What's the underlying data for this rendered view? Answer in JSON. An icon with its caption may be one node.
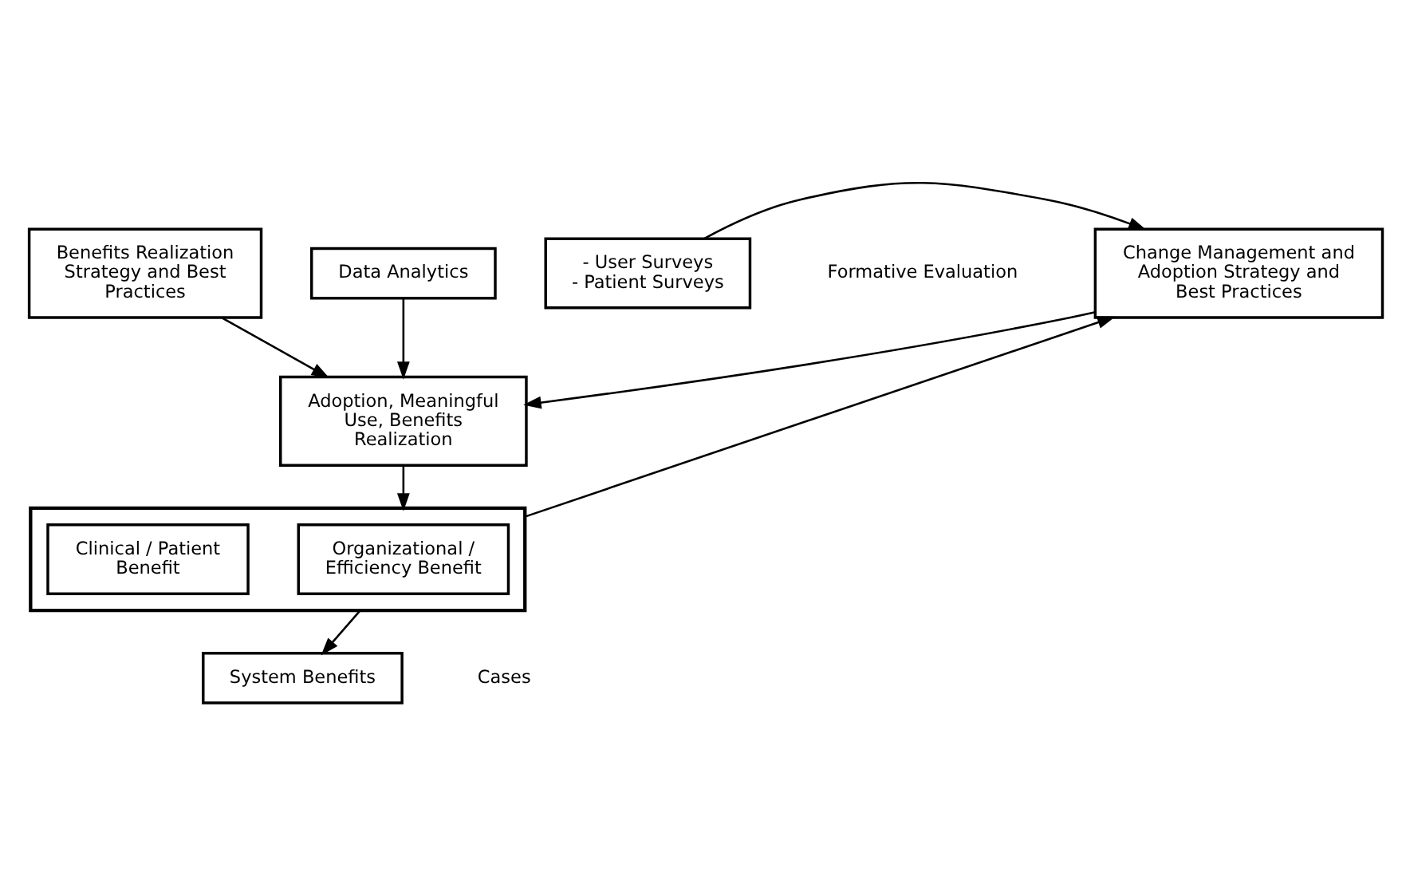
{
  "diagram": {
    "nodes": [
      {
        "text": [
          "Change Management and Adoption Strategy and Best Practices"
        ]
      },
      {
        "text": [
          "Benefits Realization Strategy and Best Practices"
        ]
      },
      {
        "text": [
          "Adoption, Meaningful Use, Benefits Realization"
        ]
      },
      {
        "text": [
          "- User Surveys",
          "- Patient Surveys"
        ]
      },
      {
        "text": [
          "System Benefits"
        ]
      },
      {
        "text": [
          "Data Analytics"
        ]
      },
      {
        "text": [],
        "shape": "box"
      },
      {
        "text": [
          "Organizational / Efficiency Benefit"
        ],
        "in": 6
      },
      {
        "text": [
          "Clinical / Patient Benefit"
        ],
        "in": 6
      }
    ],
    "edges": [
      {
        "from": 0,
        "to": 2,
        "arrow": "to"
      },
      {
        "from": 1,
        "to": 2,
        "arrow": "to"
      },
      {
        "from": 5,
        "to": 2,
        "arrow": "to"
      },
      {
        "from": 2,
        "to": 6,
        "arrow": "to"
      },
      {
        "from": 6,
        "to": 4,
        "arrow": "to"
      },
      {
        "from": 6,
        "to": 0,
        "arrow": "to"
      },
      {
        "from": 3,
        "to": 0,
        "arrow": "to"
      }
    ],
    "labels": [
      "Formative Evaluation",
      "Cases"
    ]
  }
}
